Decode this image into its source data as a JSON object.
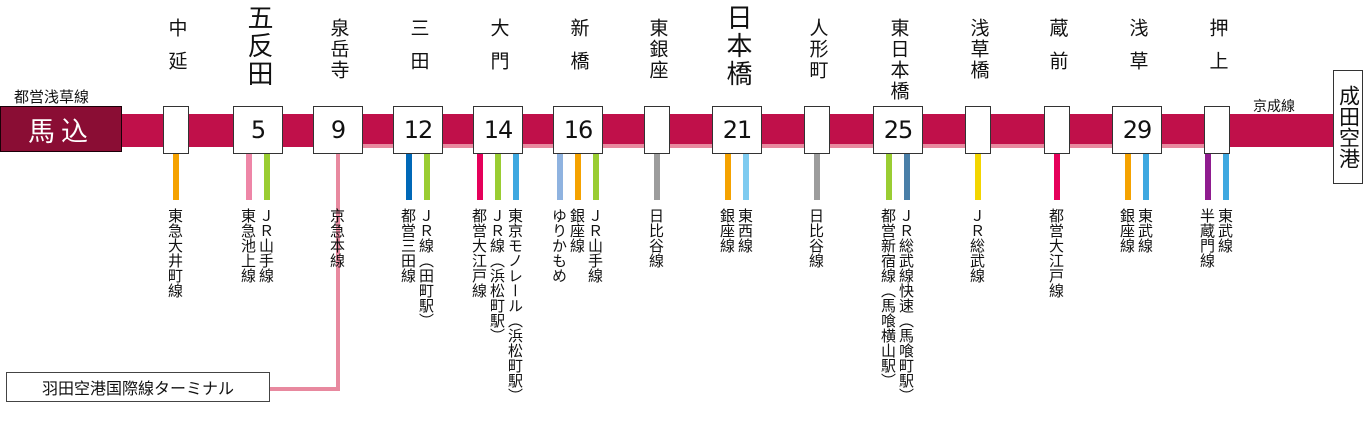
{
  "line_name": "都営浅草線",
  "origin": "馬込",
  "connection_after_last": "京成線",
  "terminus": "成田空港",
  "branch_terminus": "羽田空港国際線ターミナル",
  "colors": {
    "asakusa": "#c0104a",
    "keikyu": "#e8899f"
  },
  "stations": [
    {
      "name": "中延",
      "minutes": "",
      "transfers": [
        {
          "label": "東急大井町線",
          "color": "#f5a200"
        }
      ]
    },
    {
      "name": "五反田",
      "minutes": "5",
      "transfers": [
        {
          "label": "東急池上線",
          "color": "#ee86a7"
        },
        {
          "label": "ＪＲ山手線",
          "color": "#9acd32"
        }
      ]
    },
    {
      "name": "泉岳寺",
      "minutes": "9",
      "transfers": [
        {
          "label": "京急本線",
          "color": "#e8899f",
          "branch": true
        }
      ]
    },
    {
      "name": "三田",
      "minutes": "12",
      "transfers": [
        {
          "label": "都営三田線",
          "color": "#0068b7"
        },
        {
          "label": "ＪＲ線（田町駅）",
          "color": "#9acd32"
        }
      ]
    },
    {
      "name": "大門",
      "minutes": "14",
      "transfers": [
        {
          "label": "都営大江戸線",
          "color": "#e5005a"
        },
        {
          "label": "ＪＲ線（浜松町駅）",
          "color": "#9acd32"
        },
        {
          "label": "東京モノレール（浜松町駅）",
          "color": "#3ea8e0"
        }
      ]
    },
    {
      "name": "新橋",
      "minutes": "16",
      "transfers": [
        {
          "label": "ゆりかもめ",
          "color": "#8fb3e0"
        },
        {
          "label": "銀座線",
          "color": "#f5a200"
        },
        {
          "label": "ＪＲ山手線",
          "color": "#9acd32"
        }
      ]
    },
    {
      "name": "東銀座",
      "minutes": "",
      "transfers": [
        {
          "label": "日比谷線",
          "color": "#9c9c9c"
        }
      ]
    },
    {
      "name": "日本橋",
      "minutes": "21",
      "transfers": [
        {
          "label": "銀座線",
          "color": "#f5a200"
        },
        {
          "label": "東西線",
          "color": "#7ecbf0"
        }
      ]
    },
    {
      "name": "人形町",
      "minutes": "",
      "transfers": [
        {
          "label": "日比谷線",
          "color": "#9c9c9c"
        }
      ]
    },
    {
      "name": "東日本橋",
      "minutes": "25",
      "transfers": [
        {
          "label": "都営新宿線（馬喰横山駅）",
          "color": "#9acd32"
        },
        {
          "label": "ＪＲ総武線快速（馬喰町駅）",
          "color": "#4a7fa8"
        }
      ]
    },
    {
      "name": "浅草橋",
      "minutes": "",
      "transfers": [
        {
          "label": "ＪＲ総武線",
          "color": "#f3d500"
        }
      ]
    },
    {
      "name": "蔵前",
      "minutes": "",
      "transfers": [
        {
          "label": "都営大江戸線",
          "color": "#e5005a"
        }
      ]
    },
    {
      "name": "浅草",
      "minutes": "29",
      "transfers": [
        {
          "label": "銀座線",
          "color": "#f5a200"
        },
        {
          "label": "東武線",
          "color": "#3ea8e0"
        }
      ]
    },
    {
      "name": "押上",
      "minutes": "",
      "transfers": [
        {
          "label": "半蔵門線",
          "color": "#8f1c8f"
        },
        {
          "label": "東武線",
          "color": "#3ea8e0"
        }
      ]
    }
  ]
}
